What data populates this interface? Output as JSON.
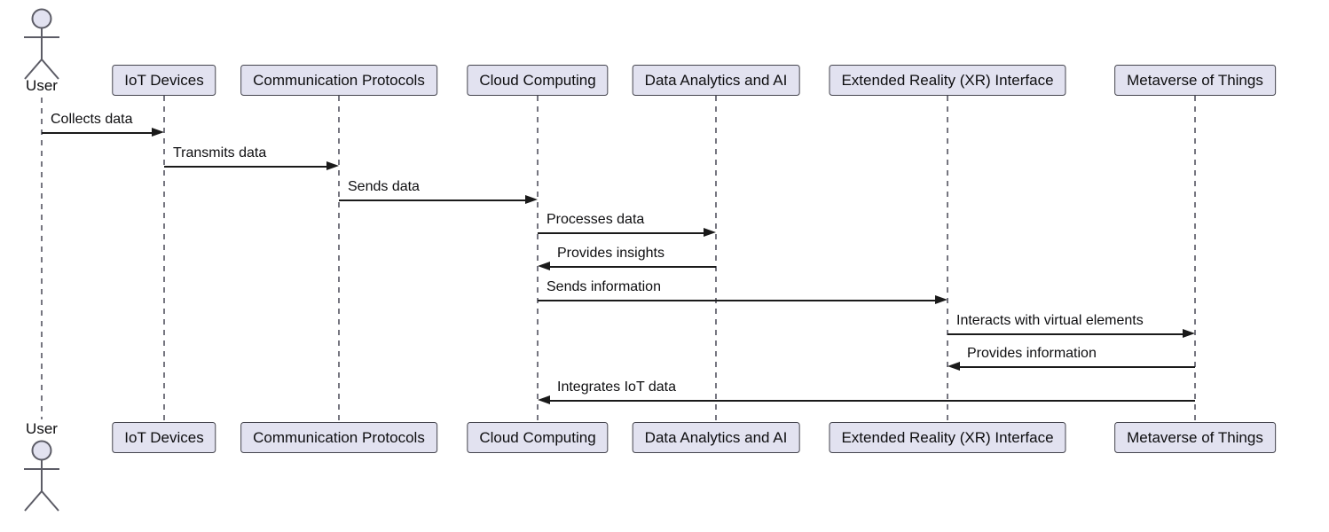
{
  "diagram": {
    "type": "uml-sequence-diagram",
    "background": "#ffffff",
    "colors": {
      "participant_fill": "#E2E2F0",
      "participant_border": "#45454e",
      "lifeline": "#767680",
      "arrow": "#1a1a1a",
      "actor_line": "#5c5c66",
      "text": "#0e0e10"
    },
    "icons": {
      "actor": "stick-figure",
      "arrowhead": "filled-triangle"
    },
    "actors": [
      {
        "id": "user",
        "label": "User"
      }
    ],
    "participants": [
      {
        "id": "iot",
        "label": "IoT Devices"
      },
      {
        "id": "comm",
        "label": "Communication Protocols"
      },
      {
        "id": "cloud",
        "label": "Cloud Computing"
      },
      {
        "id": "data",
        "label": "Data Analytics and AI"
      },
      {
        "id": "xr",
        "label": "Extended Reality (XR) Interface"
      },
      {
        "id": "meta",
        "label": "Metaverse of Things"
      }
    ],
    "messages": [
      {
        "from": "user",
        "to": "iot",
        "label": "Collects data"
      },
      {
        "from": "iot",
        "to": "comm",
        "label": "Transmits data"
      },
      {
        "from": "comm",
        "to": "cloud",
        "label": "Sends data"
      },
      {
        "from": "cloud",
        "to": "data",
        "label": "Processes data"
      },
      {
        "from": "data",
        "to": "cloud",
        "label": "Provides insights"
      },
      {
        "from": "cloud",
        "to": "xr",
        "label": "Sends information"
      },
      {
        "from": "xr",
        "to": "meta",
        "label": "Interacts with virtual elements"
      },
      {
        "from": "meta",
        "to": "xr",
        "label": "Provides information"
      },
      {
        "from": "meta",
        "to": "cloud",
        "label": "Integrates IoT data"
      }
    ]
  }
}
